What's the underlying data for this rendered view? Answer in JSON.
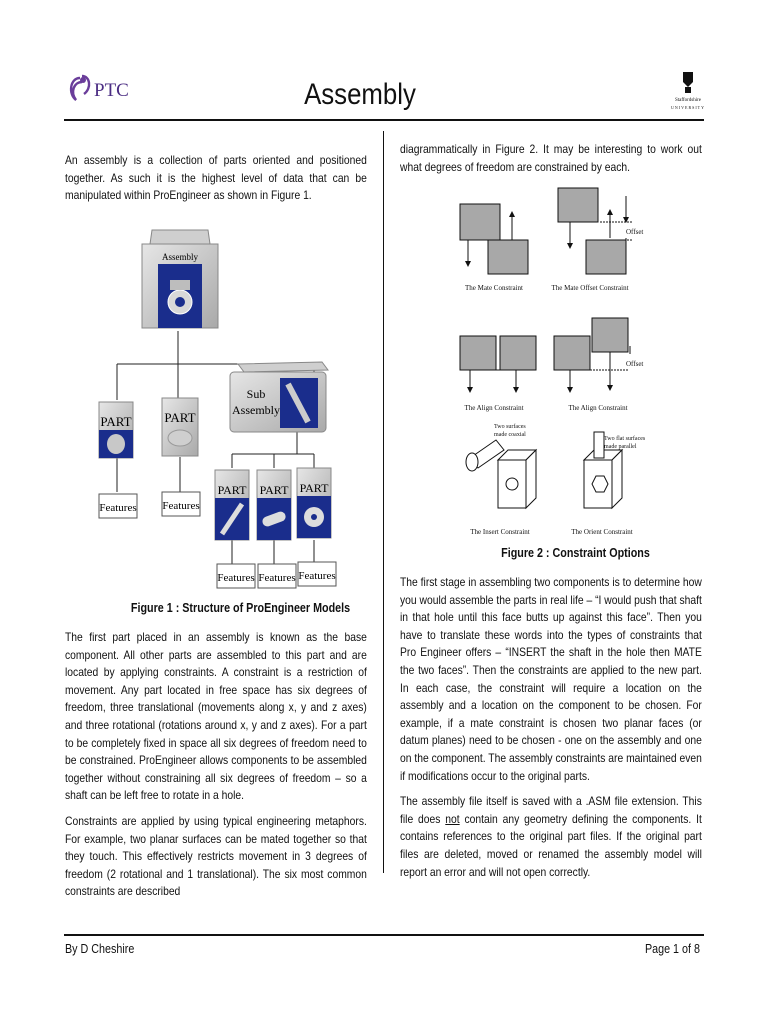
{
  "header": {
    "logo_text": "PTC",
    "title": "Assembly",
    "university_logo": "Staffordshire University",
    "university_line1": "Staffordshire",
    "university_line2": "UNIVERSITY"
  },
  "left_column": {
    "p1": "An assembly is a collection of parts oriented and positioned together. As such it is the highest level of data that can be manipulated within ProEngineer as shown in Figure 1.",
    "p2": "The first part placed in an assembly is known as the base component. All other parts are assembled to this part and are located by applying constraints. A constraint is a restriction of movement. Any part located in free space has six degrees of freedom, three translational (movements along x, y and z axes) and three rotational (rotations around x, y and z axes). For a part to be completely fixed in space all six degrees of freedom need to be constrained. ProEngineer allows components to be assembled together without constraining all six degrees of freedom – so a shaft can be left free to rotate in a hole.",
    "p3": "Constraints are applied by using typical engineering metaphors. For example, two planar surfaces can be mated together so that they touch. This effectively restricts movement in 3 degrees of freedom (2 rotational and 1 translational). The six most common constraints are described"
  },
  "figure1": {
    "caption": "Figure 1 : Structure of ProEngineer Models",
    "assembly_label": "Assembly",
    "sub_assembly_line1": "Sub",
    "sub_assembly_line2": "Assembly",
    "part_label": "PART",
    "features_label": "Features"
  },
  "figure2": {
    "caption": "Figure 2 : Constraint Options",
    "mate": "The Mate Constraint",
    "mate_offset": "The Mate Offset Constraint",
    "align": "The Align Constraint",
    "align_offset": "The Align Constraint",
    "insert": "The Insert Constraint",
    "orient": "The Orient Constraint",
    "offset": "Offset",
    "insert_note_line1": "Two surfaces",
    "insert_note_line2": "made coaxial",
    "orient_note_line1": "Two flat surfaces",
    "orient_note_line2": "made parallel"
  },
  "right_column": {
    "p0": "diagrammatically in Figure 2. It may be interesting to work out what degrees of freedom are constrained by each.",
    "p1": "The first stage in assembling two components is to determine how you would assemble the parts in real life – “I would push that shaft in that hole until this face butts up against this face”.  Then you have to translate these words into the types of constraints that Pro Engineer offers – “INSERT the shaft in the hole then MATE the two faces”. Then the constraints are applied to the new part. In each case, the constraint will require a location on the assembly and a location on the component to be chosen. For example, if a mate constraint is chosen two planar faces (or datum planes) need to be chosen - one on the assembly and one on the component. The assembly constraints are maintained even if modifications occur to the original parts.",
    "p2_a": "The assembly file itself is saved with a .ASM file extension. This file does ",
    "p2_not": "not",
    "p2_b": " contain any geometry defining the components. It contains references to the original part files. If the original part files are deleted, moved or renamed the assembly model will report an error and will not open correctly."
  },
  "footer": {
    "author": "By D Cheshire",
    "page": "Page 1 of  8"
  }
}
